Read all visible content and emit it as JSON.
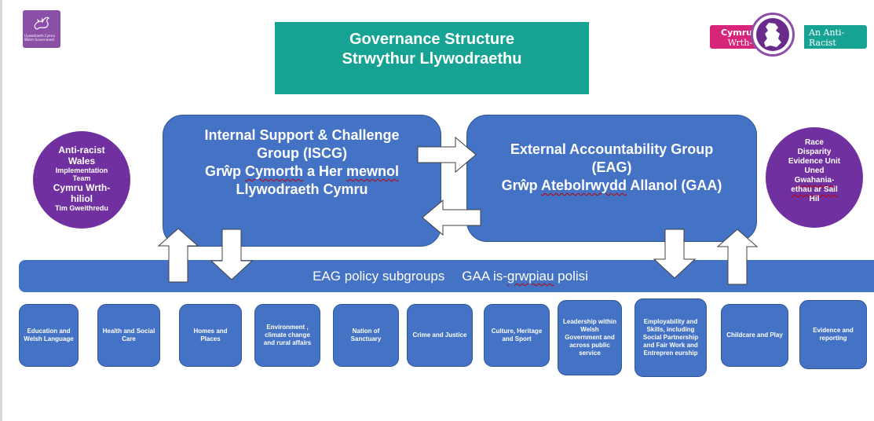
{
  "logos": {
    "welsh_gov_line1": "Llywodraeth Cymru",
    "welsh_gov_line2": "Welsh Government",
    "anti_racist_cymru": "Cymru",
    "anti_racist_wrth": "Wrth-hiliol",
    "anti_racist_an": "An Anti-Racist",
    "anti_racist_wales": "Wales"
  },
  "title": {
    "line1": "Governance Structure",
    "line2": "Strwythur Llywodraethu"
  },
  "iscg": {
    "line1": "Internal Support & Challenge",
    "line2": "Group (ISCG)",
    "line3_a": "Grŵp ",
    "line3_b": "Cymorth",
    "line3_c": " a Her ",
    "line3_d": "mewnol",
    "line4": "Llywodraeth Cymru"
  },
  "eag": {
    "line1": "External Accountability Group",
    "line2": "(EAG)",
    "line3_a": "Grŵp ",
    "line3_b": "Atebolrwydd",
    "line3_c": " Allanol (GAA)"
  },
  "left_circle": {
    "line1": "Anti-racist",
    "line2": "Wales",
    "line3": "Implementation",
    "line4": "Team",
    "line5": "Cymru Wrth-",
    "line6": "hiliol",
    "line7": "Tim Gweithredu"
  },
  "right_circle": {
    "line1": "Race",
    "line2": "Disparity",
    "line3": "Evidence Unit",
    "line4": "Uned",
    "line5": "Gwahania-",
    "line6": "ethau ar Sail",
    "line7": "Hil"
  },
  "band": {
    "en": "EAG policy subgroups",
    "cy_a": "GAA is-",
    "cy_b": "grwpiau",
    "cy_c": " polisi"
  },
  "subgroups": [
    {
      "label": "Education and Welsh Language"
    },
    {
      "label": "Health and Social Care"
    },
    {
      "label": "Homes and Places"
    },
    {
      "label": "Environment , climate change and rural affairs"
    },
    {
      "label": "Nation of Sanctuary"
    },
    {
      "label": "Crime and Justice"
    },
    {
      "label": "Culture, Heritage and Sport"
    },
    {
      "label": "Leadership within Welsh Government and across public service"
    },
    {
      "label": "Employability and Skills, including Social Partnership and Fair Work and Entrepren eurship"
    },
    {
      "label": "Childcare and Play"
    },
    {
      "label": "Evidence and reporting"
    }
  ],
  "colors": {
    "box_blue": "#4472c4",
    "teal": "#17a394",
    "purple": "#7030a0",
    "pink": "#d7267a"
  }
}
